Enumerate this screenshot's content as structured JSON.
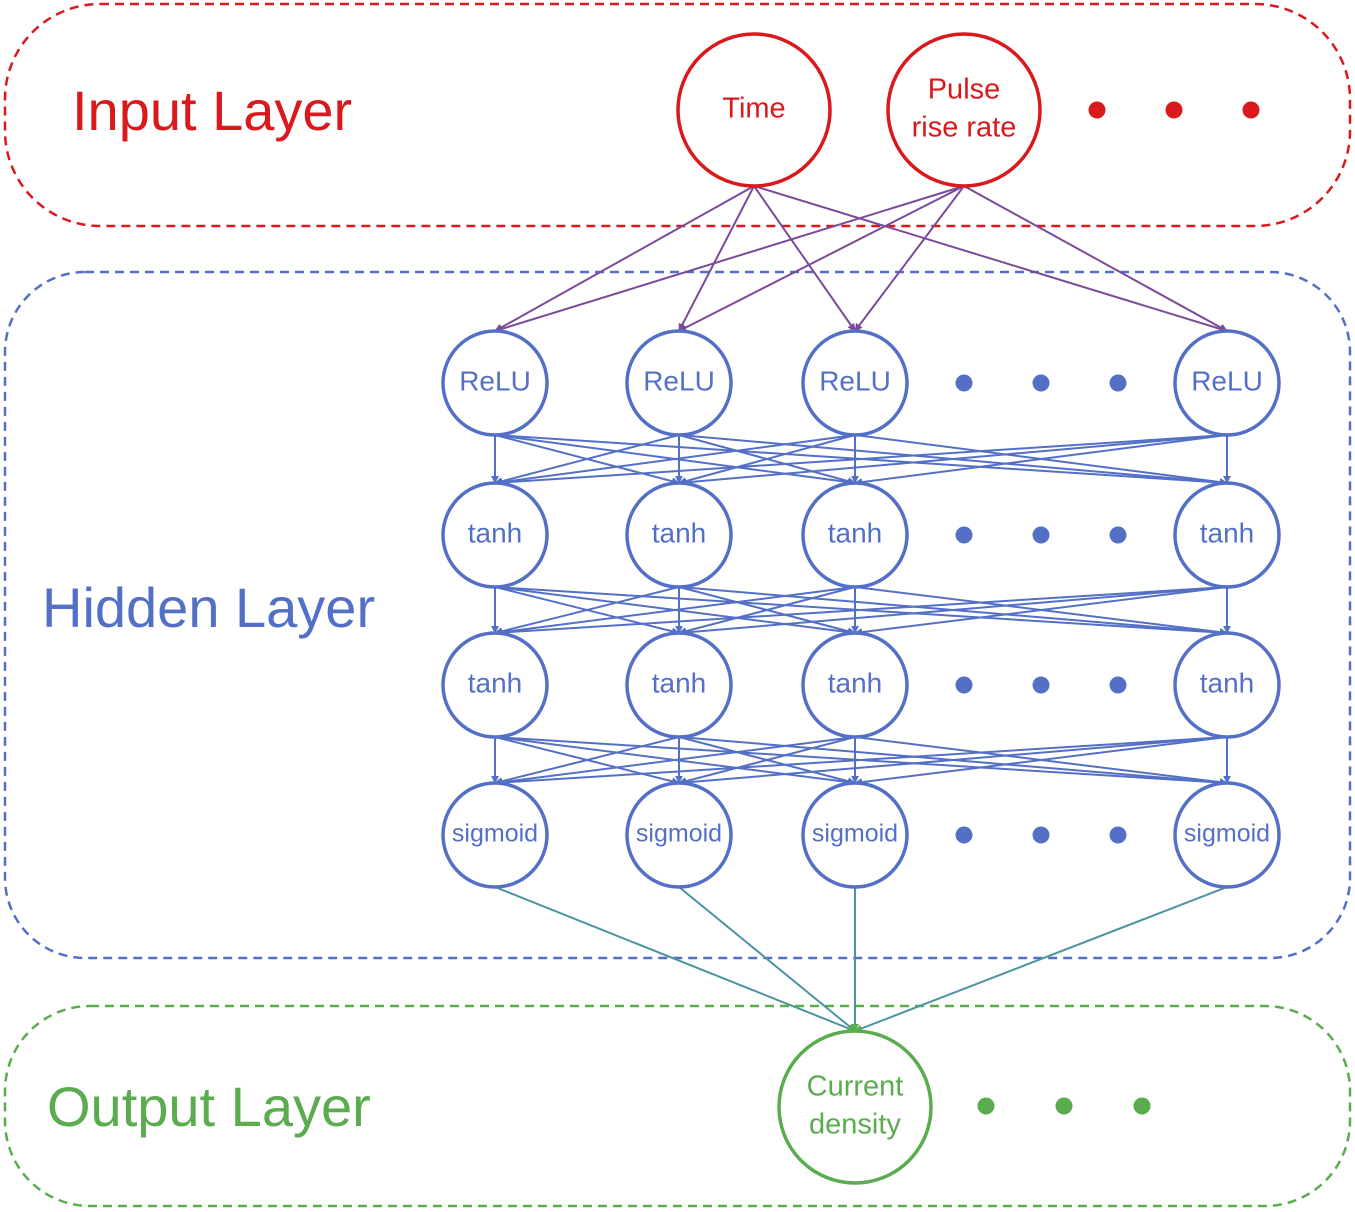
{
  "colors": {
    "input": "#d9191c",
    "hidden": "#5470c6",
    "output": "#5aac4f",
    "input_to_hidden": "#7b4a9a",
    "hidden_to_output": "#4b94a0"
  },
  "input_layer": {
    "title": "Input Layer",
    "nodes": [
      {
        "lines": [
          "Time"
        ]
      },
      {
        "lines": [
          "Pulse",
          "rise rate"
        ]
      }
    ],
    "has_more": true
  },
  "hidden_layer": {
    "title": "Hidden Layer",
    "rows": [
      {
        "activation": "ReLU",
        "count_shown": 4,
        "has_more": true
      },
      {
        "activation": "tanh",
        "count_shown": 4,
        "has_more": true
      },
      {
        "activation": "tanh",
        "count_shown": 4,
        "has_more": true
      },
      {
        "activation": "sigmoid",
        "count_shown": 4,
        "has_more": true
      }
    ]
  },
  "output_layer": {
    "title": "Output Layer",
    "nodes": [
      {
        "lines": [
          "Current",
          "density"
        ]
      }
    ],
    "has_more": true
  }
}
